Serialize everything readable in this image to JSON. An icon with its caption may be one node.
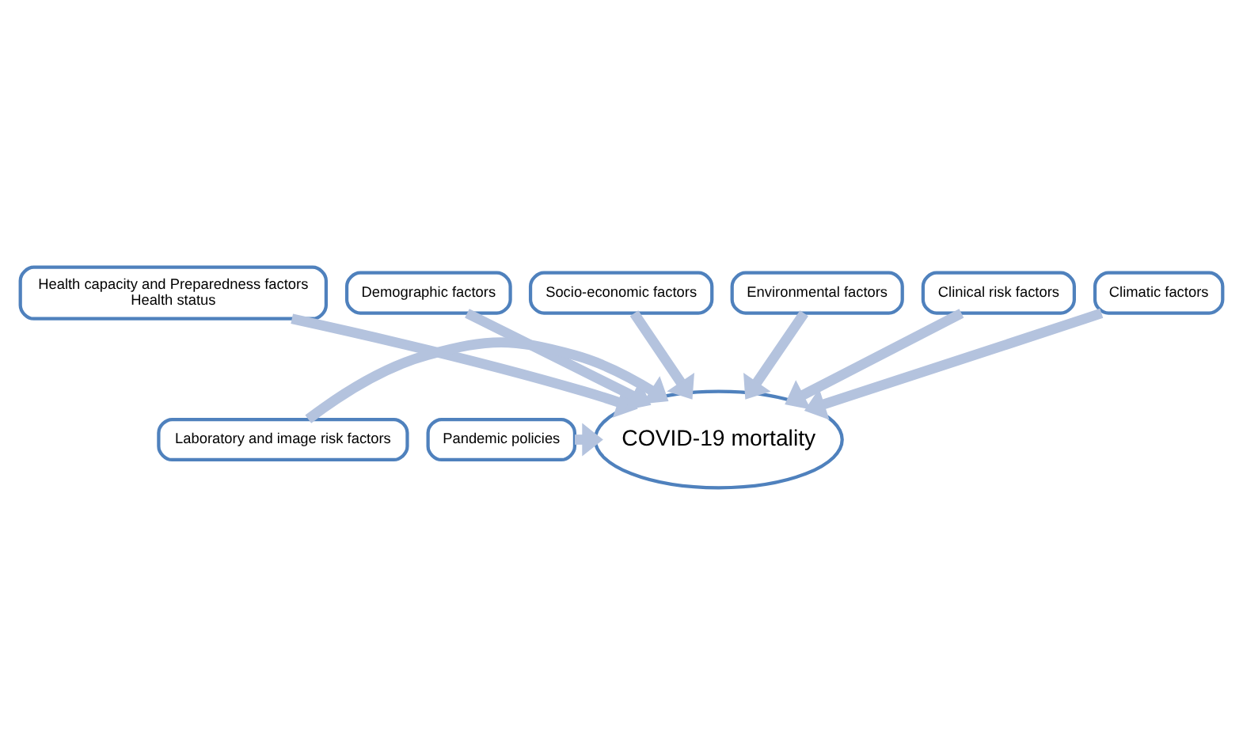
{
  "diagram": {
    "nodes": [
      {
        "text": [
          "Health capacity and Preparedness factors",
          "Health status"
        ]
      },
      {
        "text": [
          "Demographic factors"
        ]
      },
      {
        "text": [
          "Socio-economic factors"
        ]
      },
      {
        "text": [
          "Environmental factors"
        ]
      },
      {
        "text": [
          "Clinical risk factors"
        ]
      },
      {
        "text": [
          "Climatic factors"
        ]
      },
      {
        "text": [
          "Laboratory and image risk factors"
        ]
      },
      {
        "text": [
          "Pandemic policies"
        ]
      },
      {
        "text": [
          "COVID-19 mortality"
        ]
      }
    ],
    "edges": [
      {
        "from": 0,
        "to": 8,
        "arrow": "to"
      },
      {
        "from": 1,
        "to": 8,
        "arrow": "to"
      },
      {
        "from": 2,
        "to": 8,
        "arrow": "to"
      },
      {
        "from": 3,
        "to": 8,
        "arrow": "to"
      },
      {
        "from": 4,
        "to": 8,
        "arrow": "to"
      },
      {
        "from": 5,
        "to": 8,
        "arrow": "to"
      },
      {
        "from": 6,
        "to": 8,
        "arrow": "to"
      },
      {
        "from": 7,
        "to": 8,
        "arrow": "to"
      }
    ]
  }
}
